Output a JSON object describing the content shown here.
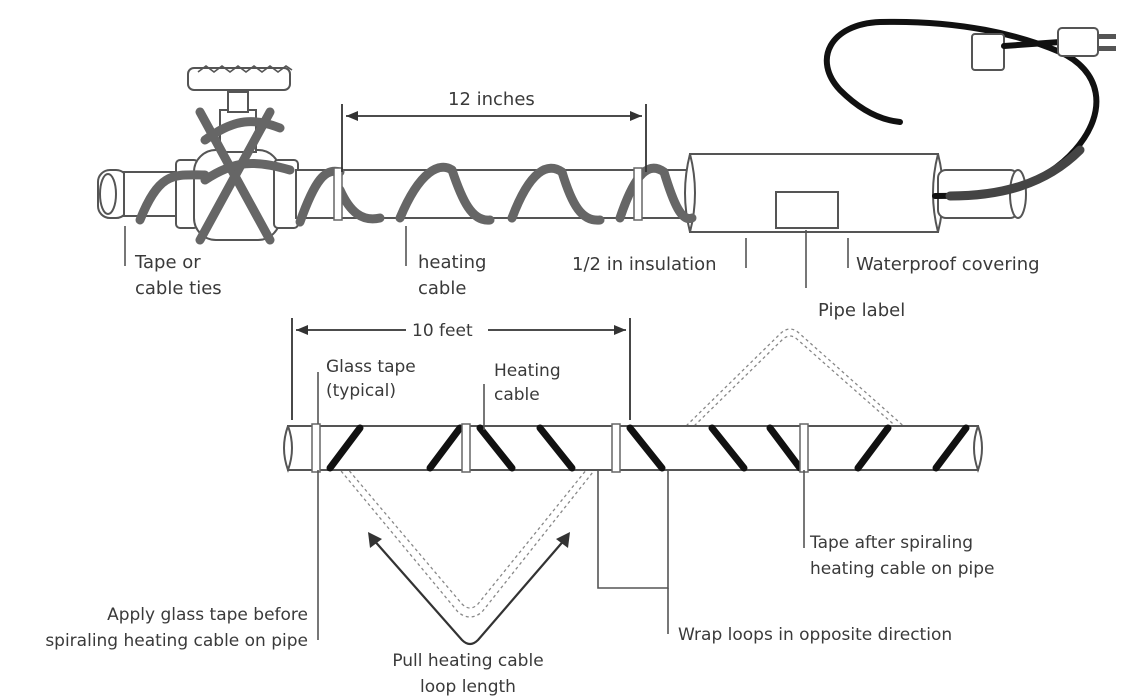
{
  "upper_diagram": {
    "dimension_label": "12 inches",
    "labels": {
      "tape_or_cable_ties_line1": "Tape or",
      "tape_or_cable_ties_line2": "cable ties",
      "heating_cable_line1": "heating",
      "heating_cable_line2": "cable",
      "insulation": "1/2 in insulation",
      "waterproof_covering": "Waterproof covering",
      "pipe_label": "Pipe label"
    }
  },
  "lower_diagram": {
    "dimension_label": "10 feet",
    "labels": {
      "glass_tape_line1": "Glass tape",
      "glass_tape_line2": "(typical)",
      "heating_cable_line1": "Heating",
      "heating_cable_line2": "cable",
      "tape_after_line1": "Tape after spiraling",
      "tape_after_line2": "heating cable on pipe",
      "apply_glass_tape_line1": "Apply glass tape before",
      "apply_glass_tape_line2": "spiraling heating cable on pipe",
      "wrap_loops": "Wrap loops in opposite direction",
      "pull_loop_line1": "Pull heating cable",
      "pull_loop_line2": "loop length"
    }
  },
  "icons": [
    "valve-icon",
    "plug-icon"
  ],
  "colors": {
    "line": "#555555",
    "cable_grey": "#666666",
    "cable_black": "#111111",
    "text": "#3a3a3a"
  }
}
